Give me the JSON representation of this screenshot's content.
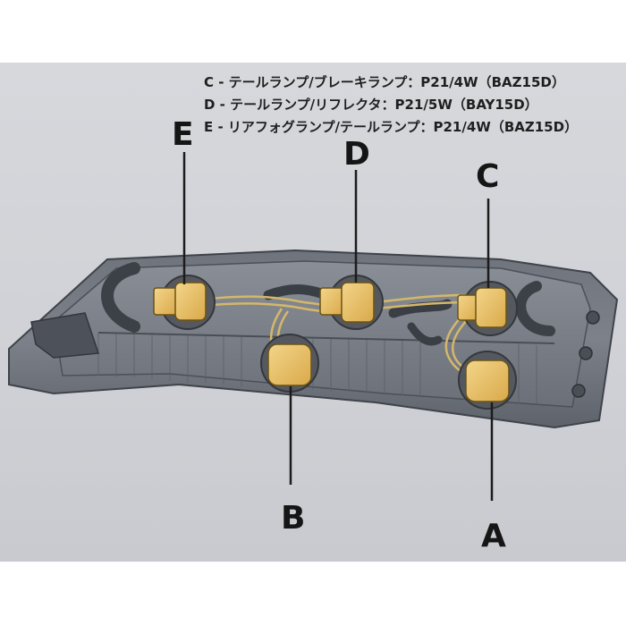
{
  "legend": {
    "items": [
      "C - テールランプ/ブレーキランプ：P21/4W（BAZ15D）",
      "D - テールランプ/リフレクタ：P21/5W（BAY15D）",
      "E - リアフォグランプ/テールランプ：P21/4W（BAZ15D）"
    ]
  },
  "labels": {
    "a": "A",
    "b": "B",
    "c": "C",
    "d": "D",
    "e": "E"
  }
}
